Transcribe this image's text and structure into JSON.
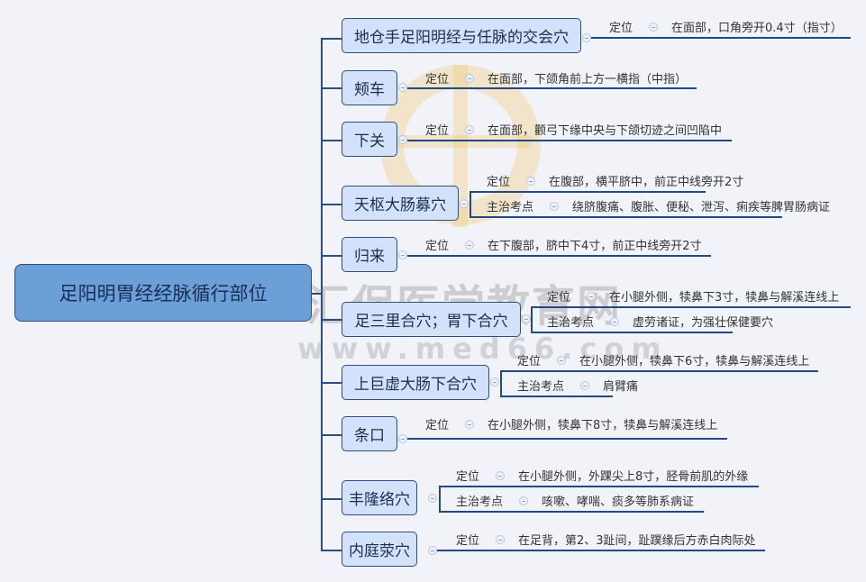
{
  "root": {
    "label": "足阳明胃经经脉循行部位"
  },
  "watermark": {
    "name": "汇保医学教育网",
    "url": "www.med66.com"
  },
  "nodes": [
    {
      "label": "地仓手足阳明经与任脉的交会穴",
      "rows": [
        {
          "label": "定位",
          "text": "在面部，口角旁开0.4寸（指寸）"
        }
      ]
    },
    {
      "label": "颊车",
      "rows": [
        {
          "label": "定位",
          "text": "在面部，下颌角前上方一横指（中指）"
        }
      ]
    },
    {
      "label": "下关",
      "rows": [
        {
          "label": "定位",
          "text": "在面部，颧弓下缘中央与下颌切迹之间凹陷中"
        }
      ]
    },
    {
      "label": "天枢大肠募穴",
      "rows": [
        {
          "label": "定位",
          "text": "在腹部，横平脐中，前正中线旁开2寸"
        },
        {
          "label": "主治考点",
          "text": "绕脐腹痛、腹胀、便秘、泄泻、痢疾等脾胃肠病证"
        }
      ]
    },
    {
      "label": "归来",
      "rows": [
        {
          "label": "定位",
          "text": "在下腹部，脐中下4寸，前正中线旁开2寸"
        }
      ]
    },
    {
      "label": "足三里合穴；胃下合穴",
      "rows": [
        {
          "label": "定位",
          "text": "在小腿外侧，犊鼻下3寸，犊鼻与解溪连线上"
        },
        {
          "label": "主治考点",
          "text": "虚劳诸证，为强壮保健要穴"
        }
      ]
    },
    {
      "label": "上巨虚大肠下合穴",
      "rows": [
        {
          "label": "定位",
          "text": "在小腿外侧，犊鼻下6寸，犊鼻与解溪连线上"
        },
        {
          "label": "主治考点",
          "text": "肩臂痛"
        }
      ]
    },
    {
      "label": "条口",
      "rows": [
        {
          "label": "定位",
          "text": "在小腿外侧，犊鼻下8寸，犊鼻与解溪连线上"
        }
      ]
    },
    {
      "label": "丰隆络穴",
      "rows": [
        {
          "label": "定位",
          "text": "在小腿外侧，外踝尖上8寸，胫骨前肌的外缘"
        },
        {
          "label": "主治考点",
          "text": "咳嗽、哮喘、痰多等肺系病证"
        }
      ]
    },
    {
      "label": "内庭荥穴",
      "rows": [
        {
          "label": "定位",
          "text": "在足背，第2、3趾间，趾蹼缘后方赤白肉际处"
        }
      ]
    }
  ]
}
